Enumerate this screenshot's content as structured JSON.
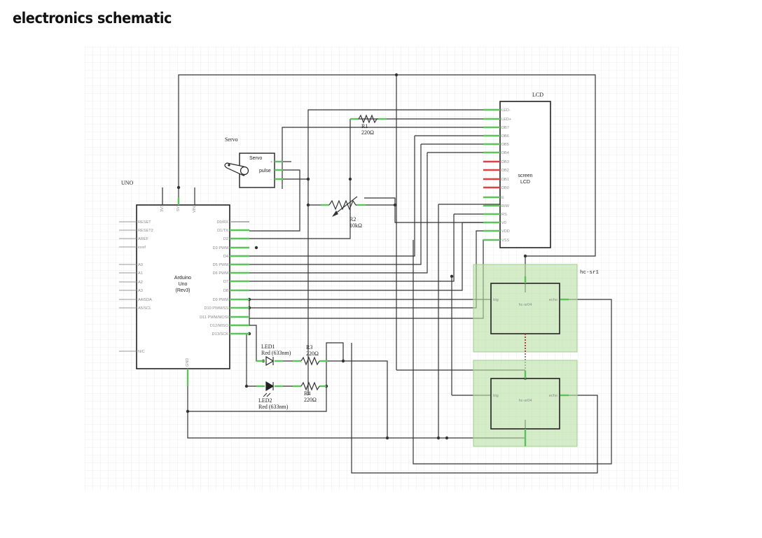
{
  "page": {
    "title": "electronics schematic"
  },
  "labels": {
    "uno": "UNO",
    "servo_heading": "Servo",
    "lcd_heading": "LCD",
    "hcsr_heading": "hc-sr1"
  },
  "arduino": {
    "name_lines": [
      "Arduino",
      "Uno",
      "(Rev3)"
    ],
    "top_pins": [
      "3V3",
      "5V",
      "VIN"
    ],
    "bottom_pin": "GND",
    "left_pins": [
      "RESET",
      "RESET2",
      "AREF",
      "ioref",
      "A0",
      "A1",
      "A2",
      "A3",
      "A4/SDA",
      "A5/SCL",
      "N/C"
    ],
    "right_pins": [
      "D0/RX",
      "D1/TX",
      "D2",
      "D3 PWM",
      "D4",
      "D5 PWM",
      "D6 PWM",
      "D7",
      "D8",
      "D9 PWM",
      "D10 PWM/SS",
      "D11 PWM/MOSI",
      "D12/MISO",
      "D13/SCK"
    ]
  },
  "servo": {
    "name": "Servo",
    "pulse": "pulse",
    "plus": "+",
    "minus": "-"
  },
  "lcd": {
    "name_lines": [
      "screen",
      "LCD"
    ],
    "pins": [
      "LED-",
      "LED+",
      "DB7",
      "DB6",
      "DB5",
      "DB4",
      "DB3",
      "DB2",
      "DB1",
      "DB0",
      "E",
      "R/W",
      "RS",
      "V0",
      "VDD",
      "VSS"
    ]
  },
  "resistors": {
    "r1": {
      "name": "R1",
      "value": "220Ω"
    },
    "r2": {
      "name": "R2",
      "value": "10kΩ"
    },
    "r3": {
      "name": "R3",
      "value": "220Ω"
    },
    "r4": {
      "name": "R4",
      "value": "220Ω"
    }
  },
  "leds": {
    "led1": {
      "name": "LED1",
      "value": "Red (633nm)"
    },
    "led2": {
      "name": "LED2",
      "value": "Red (633nm)"
    }
  },
  "sensors": [
    {
      "name": "hc-sr04",
      "pin_left": "trig",
      "pin_right": "echo"
    },
    {
      "name": "hc-sr04",
      "pin_left": "trig",
      "pin_right": "echo"
    }
  ],
  "colors": {
    "pin_green": "#5cc25c",
    "unused_red": "#e04040",
    "module_fill": "#b9dfa3",
    "wire": "#333333"
  }
}
